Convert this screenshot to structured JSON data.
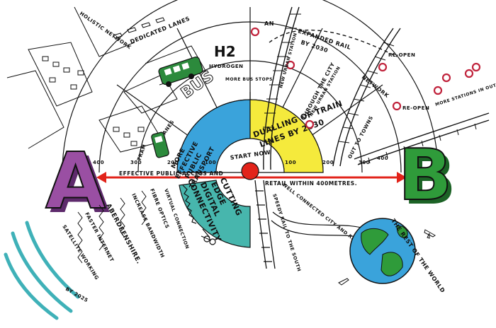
{
  "colors": {
    "blue_wedge": "#3aa3db",
    "yellow_wedge": "#f5ea3c",
    "teal_wedge": "#47b6ad",
    "purple_letter": "#9a4fa3",
    "green_letter": "#2f9b3a",
    "red_line": "#e2231a",
    "bus_green": "#2c8a3c",
    "globe_ocean": "#3aa3db",
    "globe_land": "#2f9b3a",
    "waves": "#3fb1b8"
  },
  "letters": {
    "start": "A",
    "end": "B"
  },
  "center": {
    "label": "START NOW"
  },
  "top_left": {
    "holistic_network": "HOLISTIC NETWORK",
    "dedicated_lanes": "DEDICATED LANES",
    "h2": "H2",
    "hydrogen": "HYDROGEN",
    "more_bus_stops": "MORE BUS STOPS",
    "bus": "BUS",
    "tram": "TRAM",
    "lanes": "LANES",
    "blue_wedge_text": [
      "MORE",
      "EFFECTIVE",
      "PUBLIC",
      "TRANSPORT"
    ]
  },
  "top_right": {
    "yellow_wedge_text": [
      "DUALLING OF TRAIN",
      "LINES BY 2030"
    ],
    "an": "AN",
    "expanded_rail": "EXPANDED RAIL",
    "by_2030": "BY 2030",
    "through_city": "THROUGH THE CITY",
    "network": "NETWORK",
    "new_urban_station_1": "NEW URBAN STATION",
    "new_urban_station_2": "NEW URBAN STATION",
    "reopen_1": "RE-OPEN",
    "reopen_2": "RE-OPEN",
    "more_stations": "MORE STATIONS IN OUTLYING AREAS",
    "out_to_towns": "OUT TO TOWNS"
  },
  "axis": {
    "left_text": "EFFECTIVE PUBLIC ACCESS AND",
    "right_text": "RETAIL WITHIN 400METRES.",
    "ticks": [
      "400",
      "300",
      "200",
      "100",
      "100",
      "200",
      "300",
      "400"
    ]
  },
  "bottom": {
    "teal_wedge_text": [
      "CUTTING",
      "EDGE",
      "DIGITAL",
      "CONNECTIVITY"
    ],
    "virtual_connection": "VIRTUAL CONNECTION",
    "fibre_optics": "FIBRE OPTICS",
    "increase_bandwidth": "INCREASE BANDWIDTH",
    "aberdeenshire": "ABERDEENSHIRE.",
    "faster_internet": "FASTER INTERNET",
    "satellite_working": "SATELLITE WORKING",
    "by_2025": "BY 2025",
    "speedy_rail": "SPEEDY RAIL TO THE SOUTH",
    "well_connected": "WELL CONNECTED CITY AND REGION",
    "rest_of_world": "THE REST OF THE WORLD"
  }
}
